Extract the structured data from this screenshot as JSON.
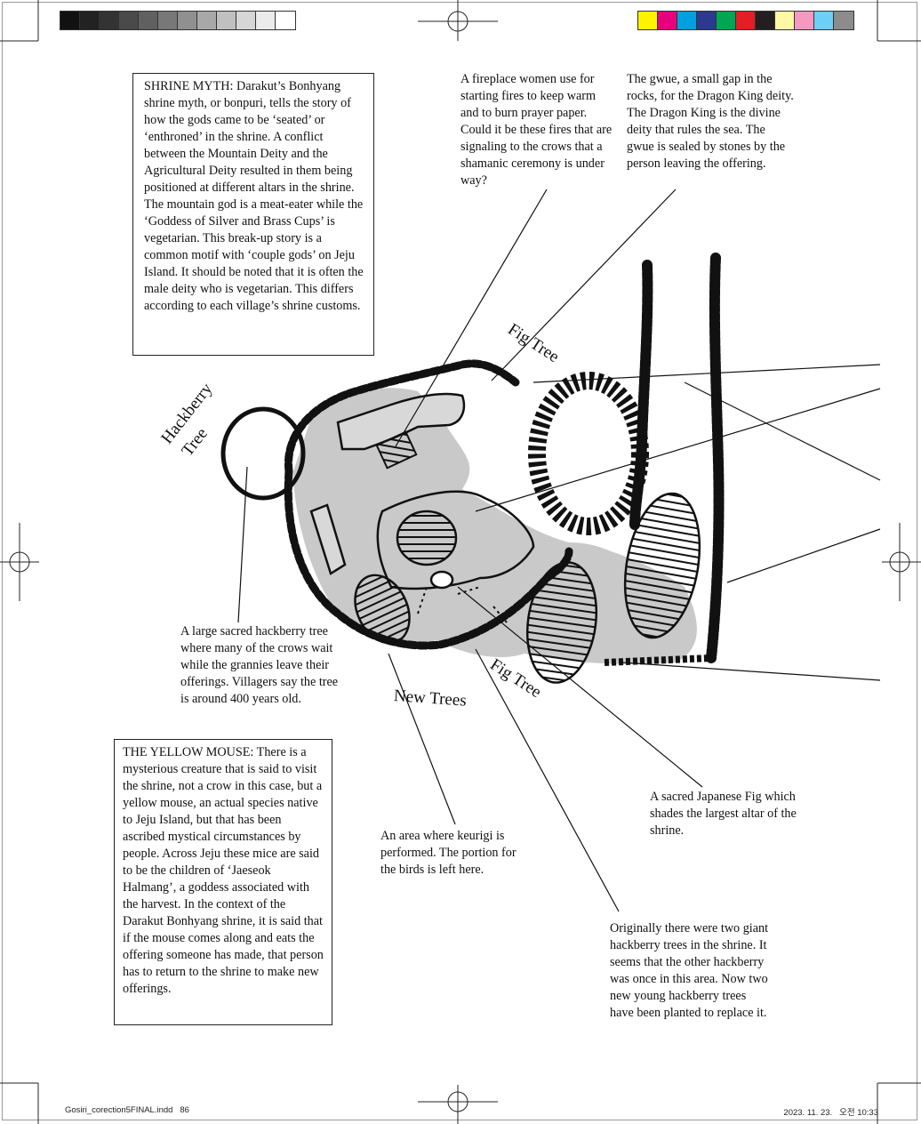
{
  "shrine_myth": "SHRINE MYTH: Darakut’s Bonhyang shrine myth, or bonpuri, tells the story of how the gods came to be ‘seated’ or ‘enthroned’ in the shrine. A conflict between the Mountain Deity and the Agricultural Deity resulted in them being positioned at different altars in the shrine. The mountain god is a meat-eater while the ‘Goddess of Silver and Brass Cups’ is vegetarian. This break-up story is a common motif with ‘couple gods’ on Jeju Island. It should be noted that it is often the male deity who is vegetarian. This differs according to each village’s shrine customs.",
  "yellow_mouse": "THE YELLOW MOUSE: There is a mysterious creature that is said to visit the shrine, not a crow in this case, but a yellow mouse, an actual species native to Jeju Island, but that has been ascribed mystical circumstances by people. Across Jeju these mice are said to be the children of ‘Jaeseok Halmang’, a goddess associated with the harvest. In the context of the Darakut Bonhyang shrine, it is said that if the mouse comes along and eats the offering someone has made, that person has to return to the shrine to make new offerings.",
  "captions": {
    "fireplace": "A fireplace women use for starting fires to keep warm and to burn prayer paper. Could it be these fires that are signaling to the crows that a shamanic ceremony is under way?",
    "gwue": "The gwue, a small gap in the rocks, for the Dragon King deity. The Dragon King is the divine deity that rules the sea. The gwue is sealed by stones by the person leaving the offering.",
    "hackberry": "A large sacred hackberry tree where many of the crows wait while the grannies leave their offerings. Villagers say the tree is around 400 years old.",
    "keurigi": "An area where keurigi is performed. The portion for the birds is left here.",
    "fig": "A sacred Japanese Fig which shades the largest altar of the shrine.",
    "original": "Originally there were two giant hackberry trees in the shrine. It seems that the other hackberry was once in this area. Now two new young hackberry trees have been planted to replace it."
  },
  "labels": {
    "fig_tree_top": "Fig Tree",
    "hackberry_line1": "Hackberry",
    "hackberry_line2": "Tree",
    "fig_tree_bottom": "Fig Tree",
    "new_trees": "New Trees"
  },
  "footer": {
    "file": "Gosiri_corection5FINAL.indd   86",
    "timestamp": "2023. 11. 23.   오전 10:33"
  },
  "colors": {
    "gray_strip": [
      "#111111",
      "#222222",
      "#333333",
      "#4a4a4a",
      "#606060",
      "#787878",
      "#909090",
      "#a8a8a8",
      "#c0c0c0",
      "#d6d6d6",
      "#ebebeb",
      "#ffffff"
    ],
    "color_strip": [
      "#fff200",
      "#e6007e",
      "#00a0e0",
      "#2b3a8f",
      "#00a651",
      "#e31e24",
      "#231f20",
      "#fff9a6",
      "#f49ac1",
      "#6dcff6",
      "#8c8c8c"
    ]
  }
}
